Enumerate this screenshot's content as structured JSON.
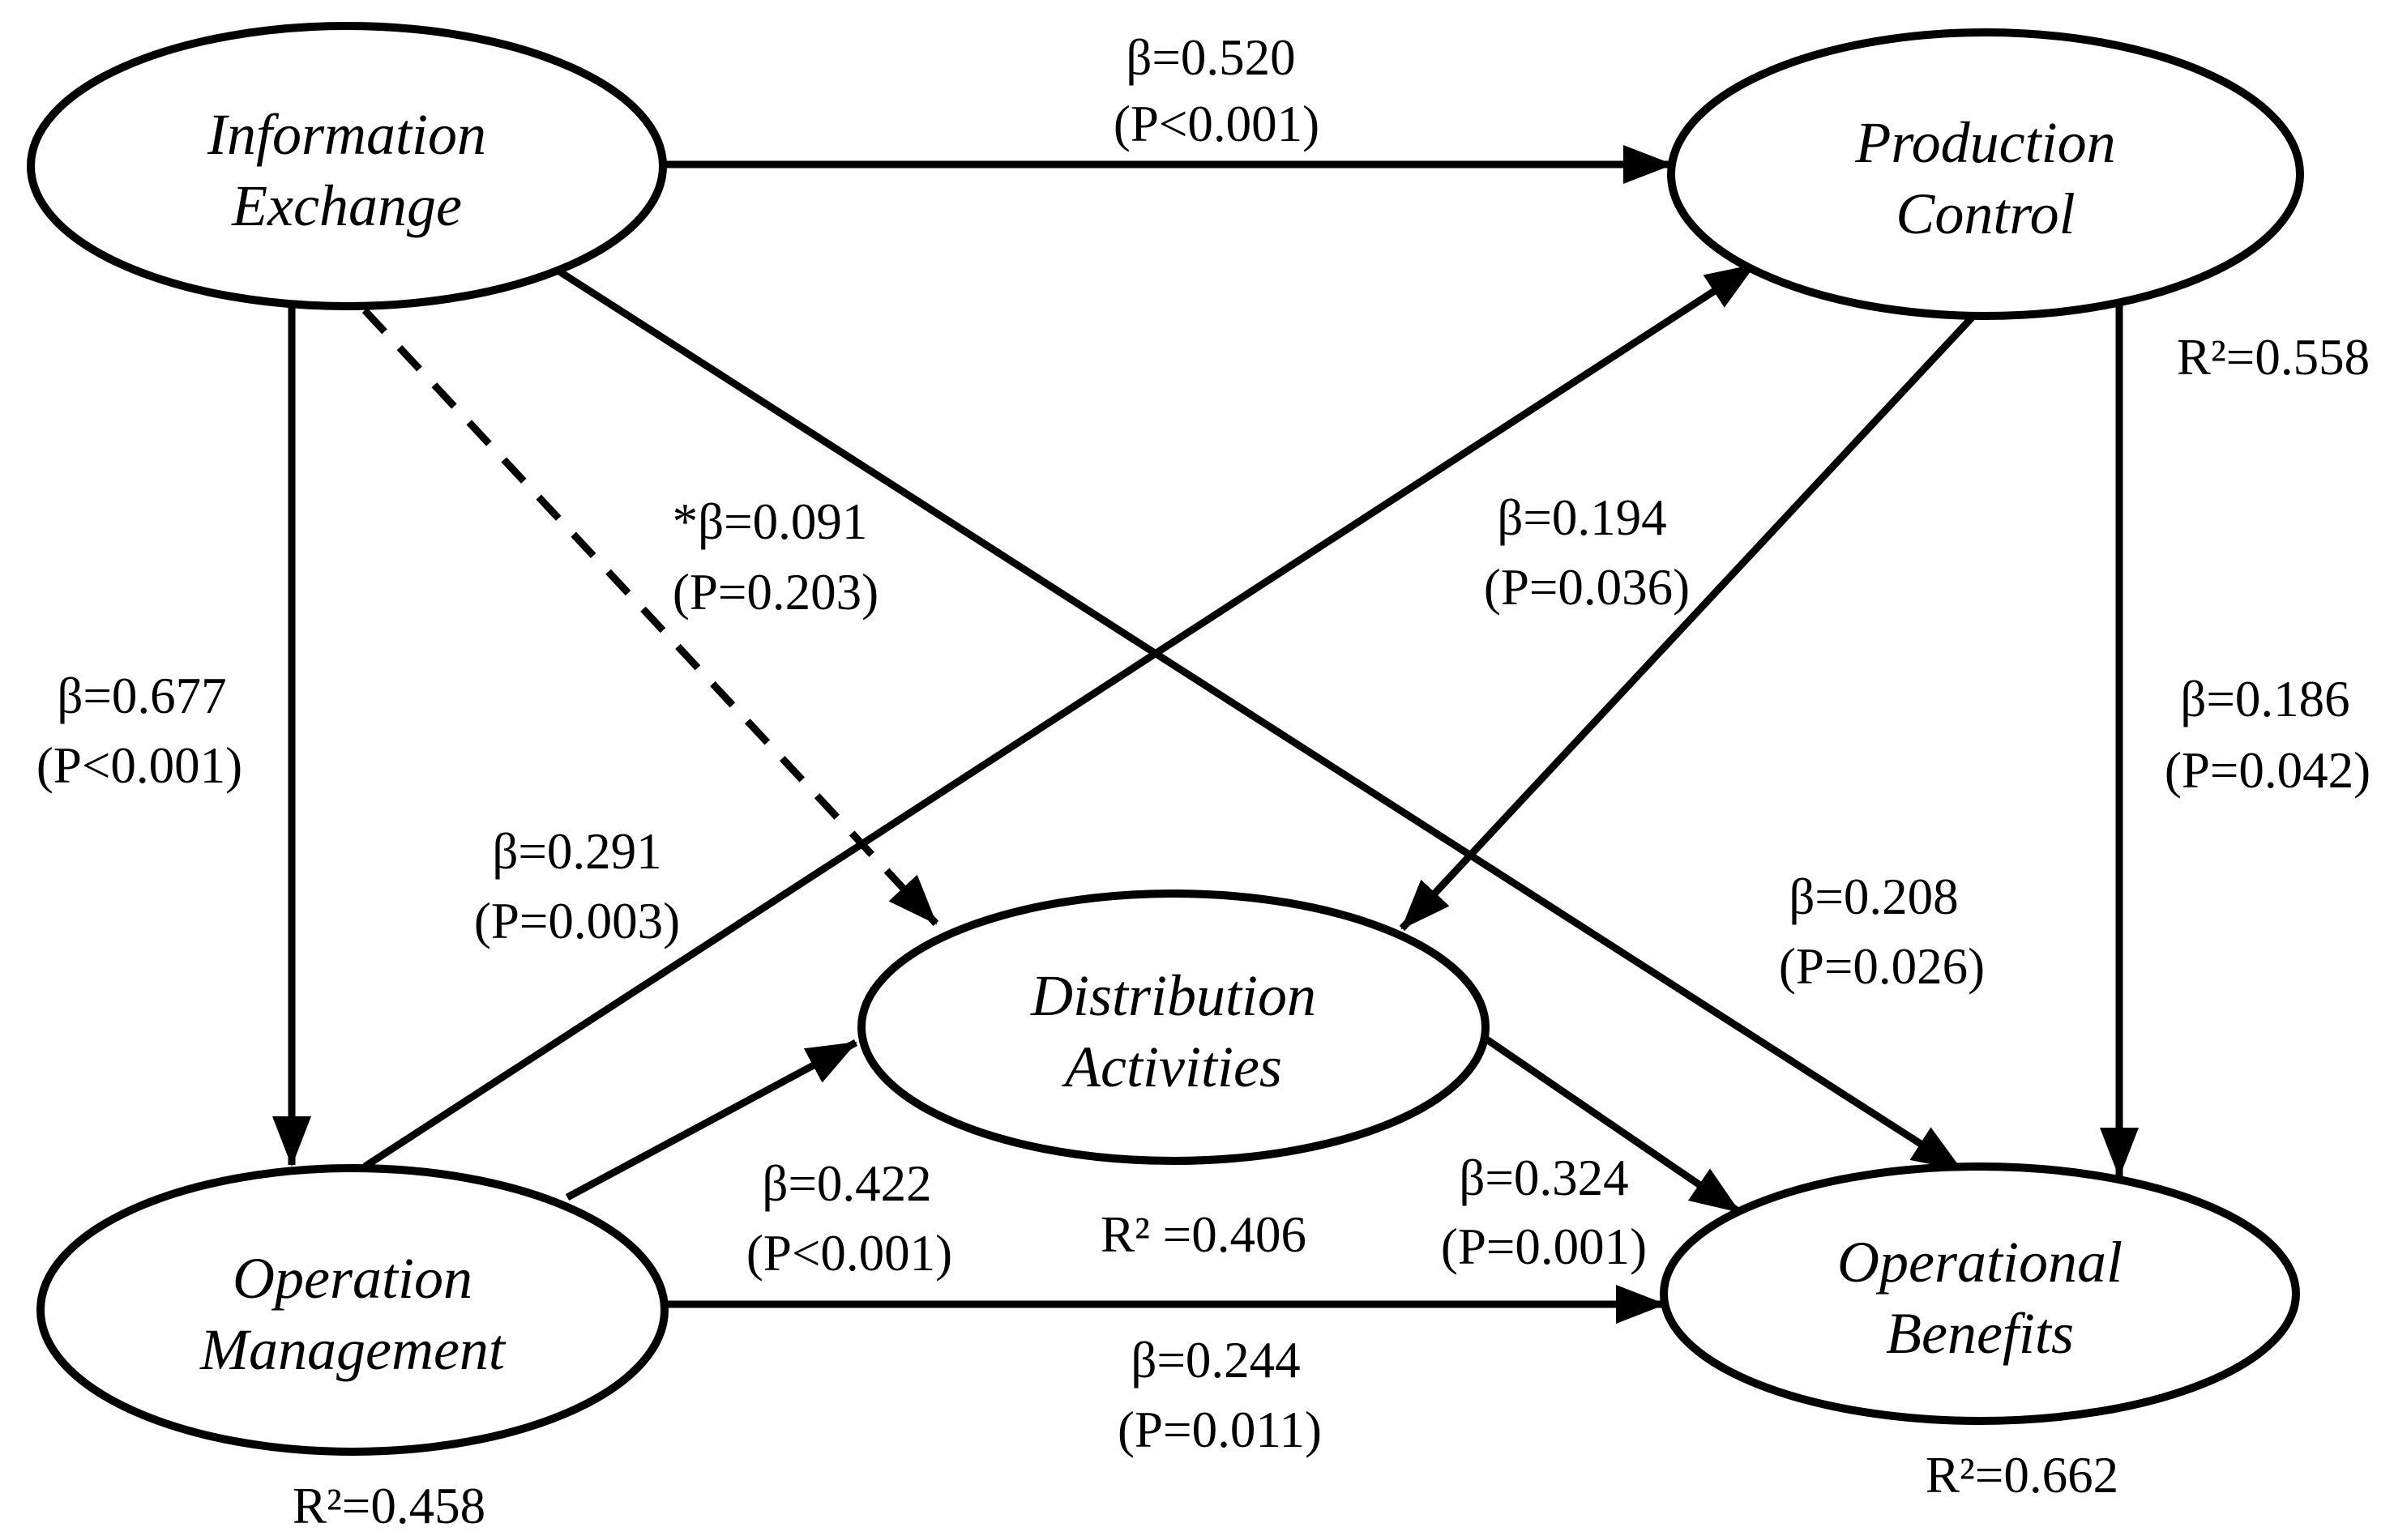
{
  "diagram_type": "sem-path-model",
  "colors": {
    "background": "#ffffff",
    "stroke": "#000000",
    "node_fill": "#ffffff",
    "text": "#000000"
  },
  "nodes": [
    {
      "id": "information-exchange",
      "label_line1": "Information",
      "label_line2": "Exchange"
    },
    {
      "id": "production-control",
      "label_line1": "Production",
      "label_line2": "Control",
      "r_squared": "R²=0.558"
    },
    {
      "id": "distribution-activities",
      "label_line1": "Distribution",
      "label_line2": "Activities",
      "r_squared": "R² =0.406"
    },
    {
      "id": "operation-management",
      "label_line1": "Operation",
      "label_line2": "Management",
      "r_squared": "R²=0.458"
    },
    {
      "id": "operational-benefits",
      "label_line1": "Operational",
      "label_line2": "Benefits",
      "r_squared": "R²=0.662"
    }
  ],
  "edges": [
    {
      "from": "Information Exchange",
      "to": "Production Control",
      "beta": "β=0.520",
      "p": "(P<0.001)",
      "line_style": "solid"
    },
    {
      "from": "Information Exchange",
      "to": "Operation Management",
      "beta": "β=0.677",
      "p": "(P<0.001)",
      "line_style": "solid"
    },
    {
      "from": "Information Exchange",
      "to": "Distribution Activities",
      "beta": "*β=0.091",
      "p": "(P=0.203)",
      "line_style": "dashed"
    },
    {
      "from": "Information Exchange",
      "to": "Operational Benefits",
      "beta": "β=0.208",
      "p": "(P=0.026)",
      "line_style": "solid"
    },
    {
      "from": "Operation Management",
      "to": "Production Control",
      "beta": "β=0.291",
      "p": "(P=0.003)",
      "line_style": "solid"
    },
    {
      "from": "Operation Management",
      "to": "Distribution Activities",
      "beta": "β=0.422",
      "p": "(P<0.001)",
      "line_style": "solid"
    },
    {
      "from": "Operation Management",
      "to": "Operational Benefits",
      "beta": "β=0.244",
      "p": "(P=0.011)",
      "line_style": "solid"
    },
    {
      "from": "Production Control",
      "to": "Distribution Activities",
      "beta": "β=0.194",
      "p": "(P=0.036)",
      "line_style": "solid"
    },
    {
      "from": "Production Control",
      "to": "Operational Benefits",
      "beta": "β=0.186",
      "p": "(P=0.042)",
      "line_style": "solid"
    },
    {
      "from": "Distribution Activities",
      "to": "Operational Benefits",
      "beta": "β=0.324",
      "p": "(P=0.001)",
      "line_style": "solid"
    }
  ]
}
